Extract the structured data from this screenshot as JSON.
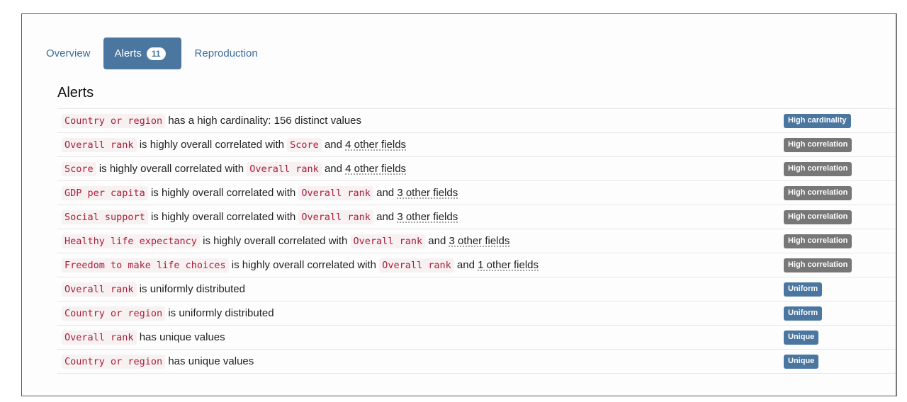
{
  "tabs": [
    {
      "label": "Overview",
      "active": false
    },
    {
      "label": "Alerts",
      "active": true,
      "count": "11"
    },
    {
      "label": "Reproduction",
      "active": false
    }
  ],
  "section": {
    "title": "Alerts"
  },
  "colors": {
    "tab_active_bg": "#4a76a0",
    "link": "#3b6e9e",
    "code_text": "#a8203c",
    "code_bg": "#f7f1f2",
    "badge_blue": "#4a76a0",
    "badge_gray": "#777777"
  },
  "alerts": [
    {
      "field": "Country or region",
      "text": "has a high cardinality: 156 distinct values",
      "with": null,
      "and": null,
      "more": null,
      "badge": "High cardinality",
      "badge_color": "blue"
    },
    {
      "field": "Overall rank",
      "text": "is highly overall correlated with",
      "with": "Score",
      "and": "and",
      "more": "4 other fields",
      "badge": "High correlation",
      "badge_color": "gray"
    },
    {
      "field": "Score",
      "text": "is highly overall correlated with",
      "with": "Overall rank",
      "and": "and",
      "more": "4 other fields",
      "badge": "High correlation",
      "badge_color": "gray"
    },
    {
      "field": "GDP per capita",
      "text": "is highly overall correlated with",
      "with": "Overall rank",
      "and": "and",
      "more": "3 other fields",
      "badge": "High correlation",
      "badge_color": "gray"
    },
    {
      "field": "Social support",
      "text": "is highly overall correlated with",
      "with": "Overall rank",
      "and": "and",
      "more": "3 other fields",
      "badge": "High correlation",
      "badge_color": "gray"
    },
    {
      "field": "Healthy life expectancy",
      "text": "is highly overall correlated with",
      "with": "Overall rank",
      "and": "and",
      "more": "3 other fields",
      "badge": "High correlation",
      "badge_color": "gray"
    },
    {
      "field": "Freedom to make life choices",
      "text": "is highly overall correlated with",
      "with": "Overall rank",
      "and": "and",
      "more": "1 other fields",
      "badge": "High correlation",
      "badge_color": "gray"
    },
    {
      "field": "Overall rank",
      "text": "is uniformly distributed",
      "with": null,
      "and": null,
      "more": null,
      "badge": "Uniform",
      "badge_color": "blue"
    },
    {
      "field": "Country or region",
      "text": "is uniformly distributed",
      "with": null,
      "and": null,
      "more": null,
      "badge": "Uniform",
      "badge_color": "blue"
    },
    {
      "field": "Overall rank",
      "text": "has unique values",
      "with": null,
      "and": null,
      "more": null,
      "badge": "Unique",
      "badge_color": "blue"
    },
    {
      "field": "Country or region",
      "text": "has unique values",
      "with": null,
      "and": null,
      "more": null,
      "badge": "Unique",
      "badge_color": "blue"
    }
  ]
}
